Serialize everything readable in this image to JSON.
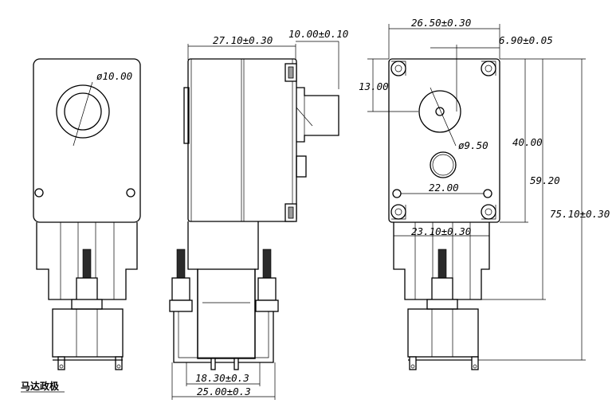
{
  "front_view": {
    "hole_diameter": "ø10.00",
    "caption": "马达政极"
  },
  "side_view": {
    "body_width": "27.10±0.30",
    "shaft_length": "10.00±0.10",
    "terminal_inner": "18.30±0.3",
    "terminal_outer": "25.00±0.3"
  },
  "rear_view": {
    "width": "26.50±0.30",
    "offset": "6.90±0.05",
    "top_offset": "13.00",
    "shaft_diameter": "ø9.50",
    "body_height": "40.00",
    "hole_spacing": "22.00",
    "gearbox_height": "59.20",
    "total_height": "75.10±0.30",
    "base_width": "23.10±0.30"
  }
}
